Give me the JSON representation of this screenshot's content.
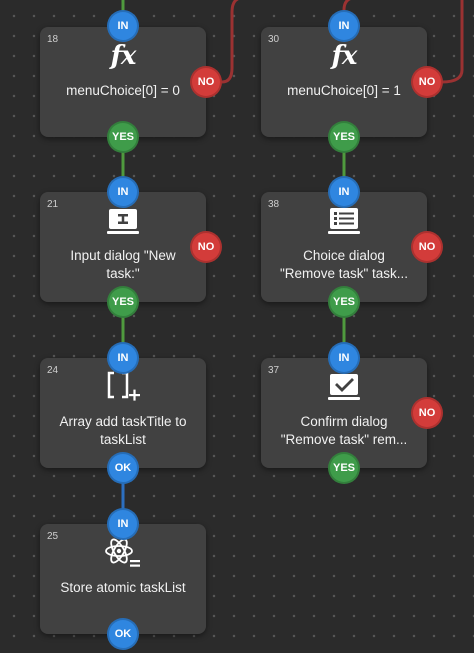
{
  "colors": {
    "canvas": "#2b2b2b",
    "node": "#414141",
    "in_port": "#2f86e0",
    "yes_port": "#3f9c4a",
    "ok_port": "#2f86e0",
    "no_port": "#d33c3a",
    "wire_green": "#4f9a3e",
    "wire_red": "#9b3232",
    "wire_blue": "#2c6fc0"
  },
  "nodes": {
    "n18": {
      "id": "18",
      "icon": "function-icon",
      "icon_text": "fx",
      "label": "menuChoice[0] = 0",
      "in": "IN",
      "yes": "YES",
      "no": "NO"
    },
    "n30": {
      "id": "30",
      "icon": "function-icon",
      "icon_text": "fx",
      "label": "menuChoice[0] = 1",
      "in": "IN",
      "yes": "YES",
      "no": "NO"
    },
    "n21": {
      "id": "21",
      "icon": "input-dialog-icon",
      "label": "Input dialog \"New\ntask:\"",
      "in": "IN",
      "yes": "YES",
      "no": "NO"
    },
    "n38": {
      "id": "38",
      "icon": "choice-list-icon",
      "label": "Choice dialog\n\"Remove task\" task...",
      "in": "IN",
      "yes": "YES",
      "no": "NO"
    },
    "n24": {
      "id": "24",
      "icon": "array-add-icon",
      "icon_text": "[ ]+",
      "label": "Array add taskTitle to\ntaskList",
      "in": "IN",
      "ok": "OK"
    },
    "n37": {
      "id": "37",
      "icon": "confirm-check-icon",
      "label": "Confirm dialog\n\"Remove task\" rem...",
      "in": "IN",
      "yes": "YES",
      "no": "NO"
    },
    "n25": {
      "id": "25",
      "icon": "atom-store-icon",
      "label": "Store atomic taskList",
      "in": "IN",
      "ok": "OK"
    }
  }
}
